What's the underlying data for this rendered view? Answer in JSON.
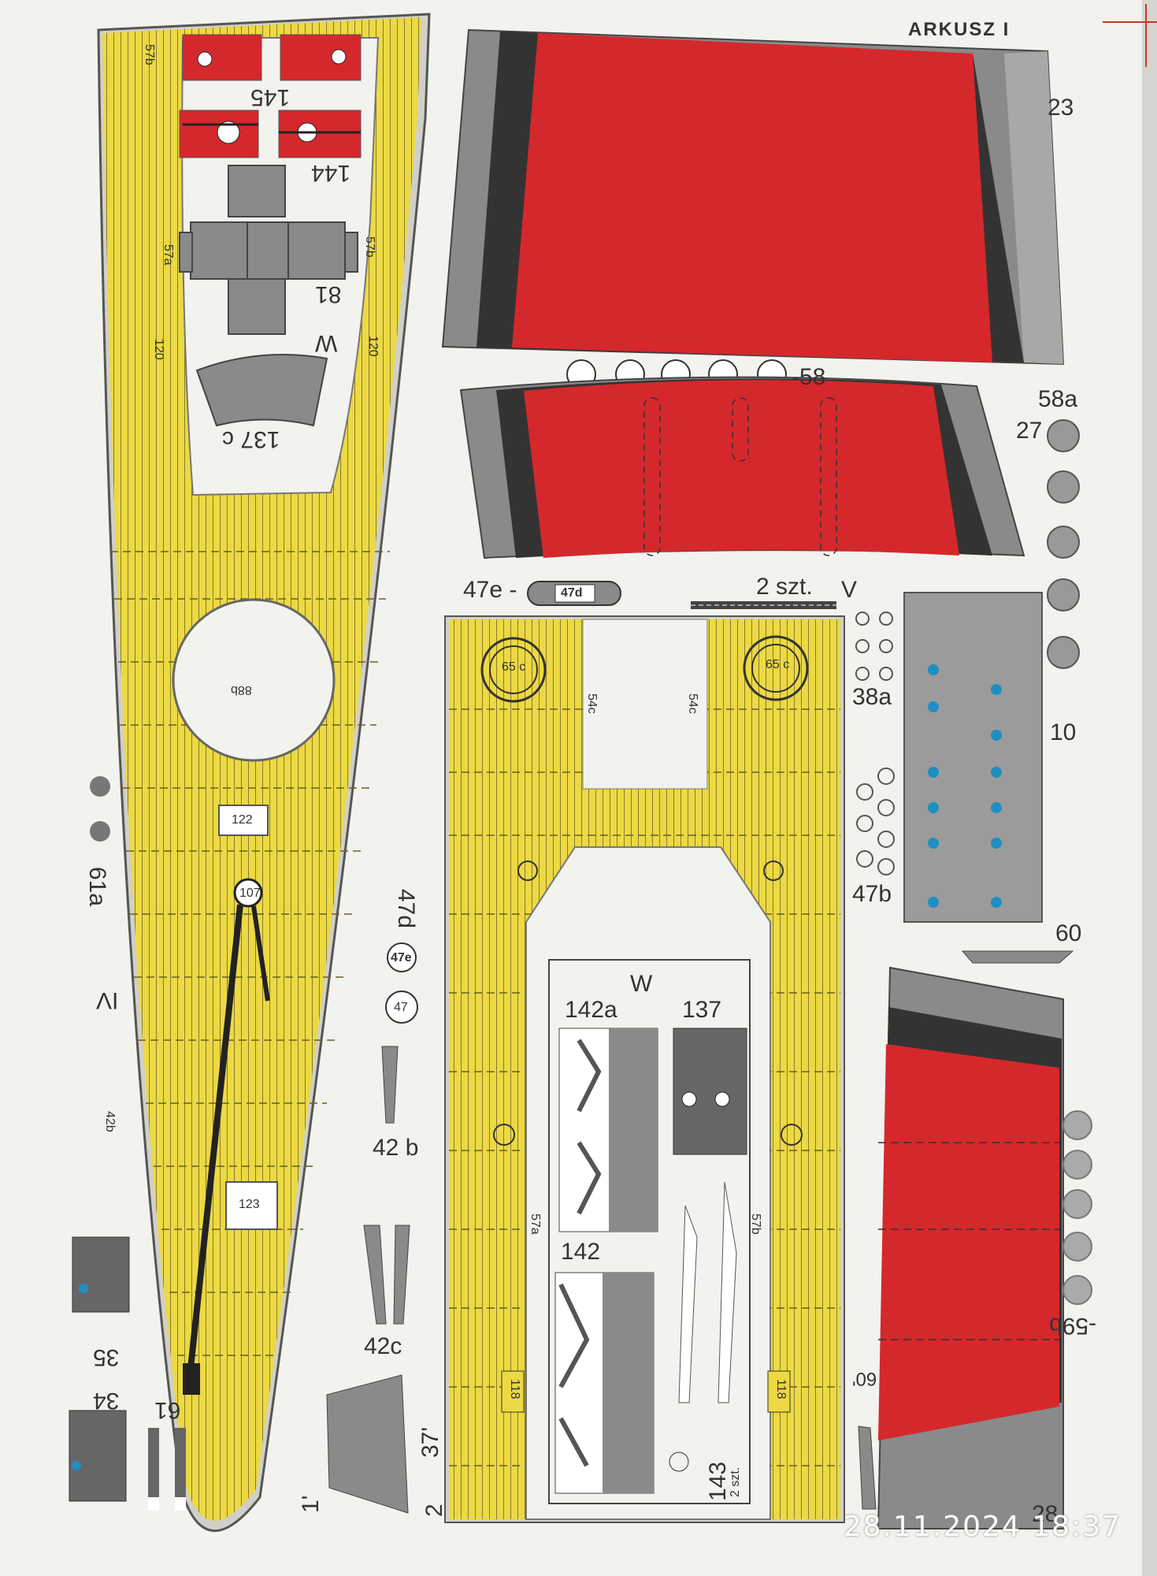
{
  "sheet_title": "ARKUSZ I",
  "timestamp": "28.11.2024  18:37",
  "colors": {
    "deck_yellow": "#ecd943",
    "plank_line": "#8a7a2a",
    "hull_red": "#d5282c",
    "hull_gray": "#8a8a8a",
    "dark_gray": "#444444",
    "paper": "#f2f2ee",
    "rivet_blue": "#1e8fc0"
  },
  "labels": {
    "p23": "23",
    "p58": "-58",
    "p58a": "58a",
    "p27": "27",
    "p47e": "47e -",
    "p47d_small": "47d",
    "p2szt": "2 szt.",
    "pV": "V",
    "p38a": "38a",
    "p10": "10",
    "p47b": "47b",
    "p60": "60",
    "pW_lower": "W",
    "p142a": "142a",
    "p137": "137",
    "p142": "142",
    "p143": "143",
    "p2szt_small": "2 szt.",
    "p57a": "57a",
    "p57b": "57b",
    "p54c_l": "54c",
    "p54c_r": "54c",
    "p65c_l": "65 c",
    "p65c_r": "65 c",
    "p118_l": "118",
    "p118_r": "118",
    "p59b": "-59b",
    "p60_rot": "60'",
    "p28": "28",
    "p88b": "88b",
    "p122": "122",
    "p123": "123",
    "p107": "107",
    "p47d_big": "47d",
    "p47e_circle": "47e",
    "p47_circle": "47",
    "p42b": "42 b",
    "p42c": "42c",
    "p37": "37'",
    "p2": "2",
    "p1": "1'",
    "p61a": "61a",
    "pIV": "IV",
    "p42b_left": "42b",
    "p35": "35",
    "p34": "34",
    "p61": "61",
    "p145": "145",
    "p144": "144",
    "pW_upper": "W",
    "p81": "81",
    "p137c": "137 c",
    "p57a_top": "57a",
    "p57b_top": "57b",
    "p120_l": "120",
    "p120_r": "120",
    "p57b_corner": "57b"
  }
}
